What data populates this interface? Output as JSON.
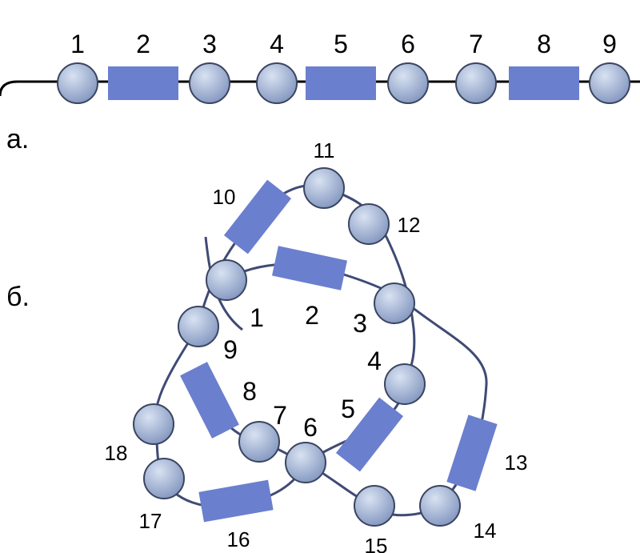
{
  "section_labels": {
    "a": "а.",
    "b": "б."
  },
  "strand_a": {
    "elements": [
      {
        "type": "round",
        "label": "1"
      },
      {
        "type": "bugle",
        "label": "2"
      },
      {
        "type": "round",
        "label": "3"
      },
      {
        "type": "round",
        "label": "4"
      },
      {
        "type": "bugle",
        "label": "5"
      },
      {
        "type": "round",
        "label": "6"
      },
      {
        "type": "round",
        "label": "7"
      },
      {
        "type": "bugle",
        "label": "8"
      },
      {
        "type": "round",
        "label": "9"
      }
    ]
  },
  "strand_b": {
    "labels": [
      "1",
      "2",
      "3",
      "4",
      "5",
      "6",
      "7",
      "8",
      "9",
      "10",
      "11",
      "12",
      "13",
      "14",
      "15",
      "16",
      "17",
      "18"
    ]
  },
  "colors": {
    "bead_fill_light": "#d8e2f2",
    "bead_fill_dark": "#7f93bd",
    "bead_stroke": "#3a4560",
    "bugle_fill": "#6b7fcf",
    "thread_a": "#000000",
    "thread_b": "#3f4a75",
    "label_16": "#1a2a5a"
  }
}
